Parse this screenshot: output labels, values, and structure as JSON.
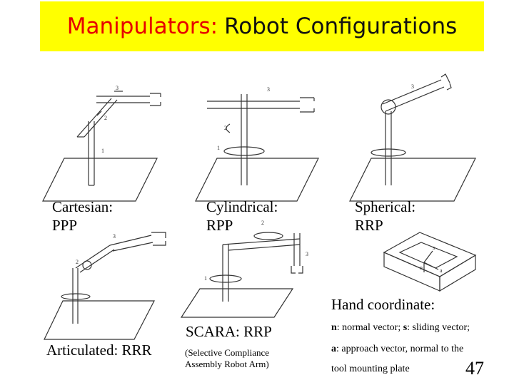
{
  "title": {
    "accent": "Manipulators:",
    "rest": "Robot Configurations"
  },
  "configs": {
    "cartesian": {
      "name": "Cartesian:",
      "code": "PPP"
    },
    "cylindrical": {
      "name": "Cylindrical:",
      "code": "RPP"
    },
    "spherical": {
      "name": "Spherical:",
      "code": "RRP"
    },
    "articulated": {
      "label": "Articulated: RRR"
    },
    "scara": {
      "label": "SCARA: RRP",
      "desc1": "(Selective Compliance",
      "desc2": "Assembly Robot Arm)"
    }
  },
  "hand": {
    "heading": "Hand coordinate:",
    "n_key": "n",
    "n_text": ": normal vector; ",
    "s_key": "s",
    "s_text": ": sliding vector;",
    "a_key": "a",
    "a_text": ": approach vector, normal to the",
    "line3": "tool mounting plate"
  },
  "diagram_marks": {
    "j1": "1",
    "j2": "2",
    "j3": "3",
    "n": "n",
    "s": "s",
    "a": "a"
  },
  "page_number": "47"
}
